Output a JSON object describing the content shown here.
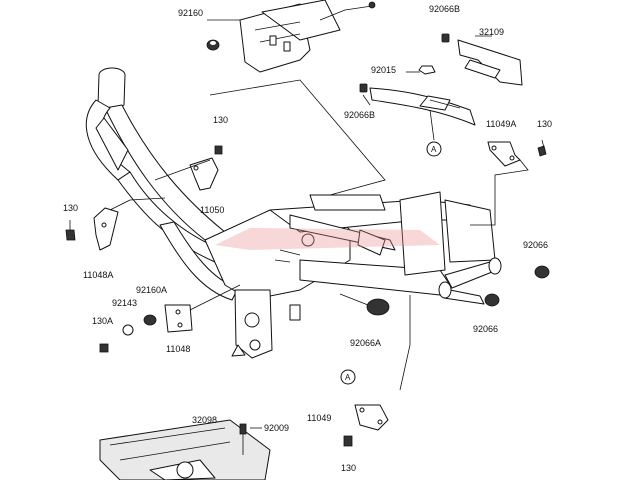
{
  "diagram": {
    "labels": {
      "l92160": "92160",
      "l92066B_top": "92066B",
      "l32109": "32109",
      "l92015": "92015",
      "l92066B_mid": "92066B",
      "l130_a": "130",
      "l11049A": "11049A",
      "l130_b": "130",
      "l11050": "11050",
      "l130_c": "130",
      "l11048A": "11048A",
      "l92066_r": "92066",
      "l92160A": "92160A",
      "l92143": "92143",
      "l130A": "130A",
      "l11048": "11048",
      "l92066A": "92066A",
      "l92066_r2": "92066",
      "l11049": "11049",
      "l130_d": "130",
      "l32098": "32098",
      "l92009": "92009"
    },
    "refs": {
      "ref_a_upper": "A",
      "ref_a_lower": "A"
    },
    "colors": {
      "line": "#111111",
      "watermark": "#e88b8b"
    }
  }
}
